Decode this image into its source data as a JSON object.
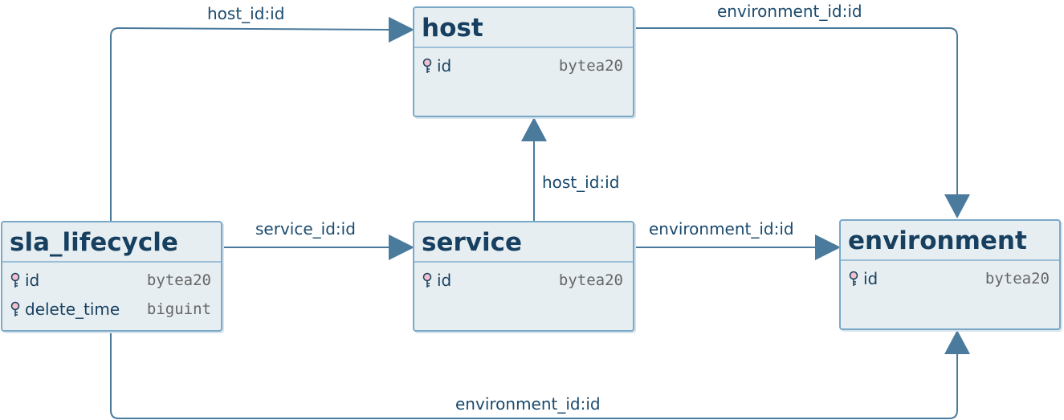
{
  "entities": {
    "host": {
      "name": "host",
      "columns": [
        {
          "name": "id",
          "type": "bytea20"
        }
      ]
    },
    "sla_lifecycle": {
      "name": "sla_lifecycle",
      "columns": [
        {
          "name": "id",
          "type": "bytea20"
        },
        {
          "name": "delete_time",
          "type": "biguint"
        }
      ]
    },
    "service": {
      "name": "service",
      "columns": [
        {
          "name": "id",
          "type": "bytea20"
        }
      ]
    },
    "environment": {
      "name": "environment",
      "columns": [
        {
          "name": "id",
          "type": "bytea20"
        }
      ]
    }
  },
  "relations": [
    {
      "from": "sla_lifecycle",
      "to": "host",
      "label": "host_id:id"
    },
    {
      "from": "host",
      "to": "environment",
      "label": "environment_id:id"
    },
    {
      "from": "service",
      "to": "host",
      "label": "host_id:id"
    },
    {
      "from": "sla_lifecycle",
      "to": "service",
      "label": "service_id:id"
    },
    {
      "from": "service",
      "to": "environment",
      "label": "environment_id:id"
    },
    {
      "from": "sla_lifecycle",
      "to": "environment",
      "label": "environment_id:id"
    }
  ],
  "colors": {
    "edge": "#4a7a9c",
    "entity_fill": "#e6eef2",
    "entity_border": "#7aa9c8",
    "title_text": "#173f5f",
    "type_text": "#666666",
    "key_icon": "#e8a0b0"
  },
  "icons": {
    "primary_key": "key-icon"
  }
}
